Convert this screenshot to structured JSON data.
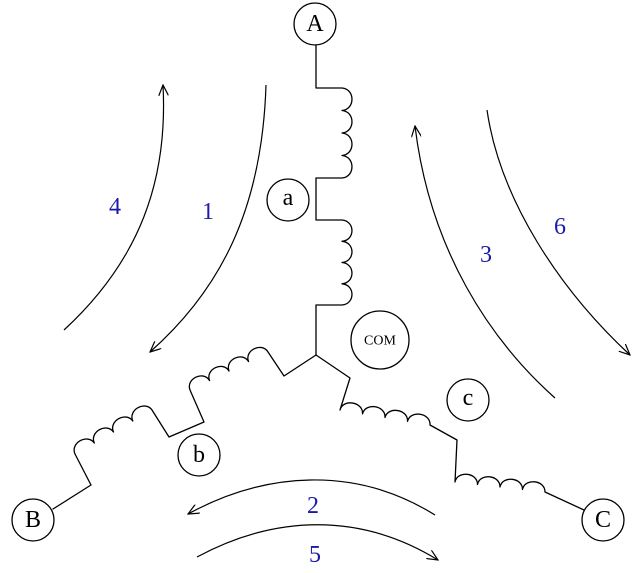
{
  "colors": {
    "line": "#000000",
    "step_label": "#1a1aa8"
  },
  "terminals": {
    "A": "A",
    "B": "B",
    "C": "C",
    "a": "a",
    "b": "b",
    "c": "c",
    "com": "COM"
  },
  "steps": [
    "1",
    "2",
    "3",
    "4",
    "5",
    "6"
  ]
}
